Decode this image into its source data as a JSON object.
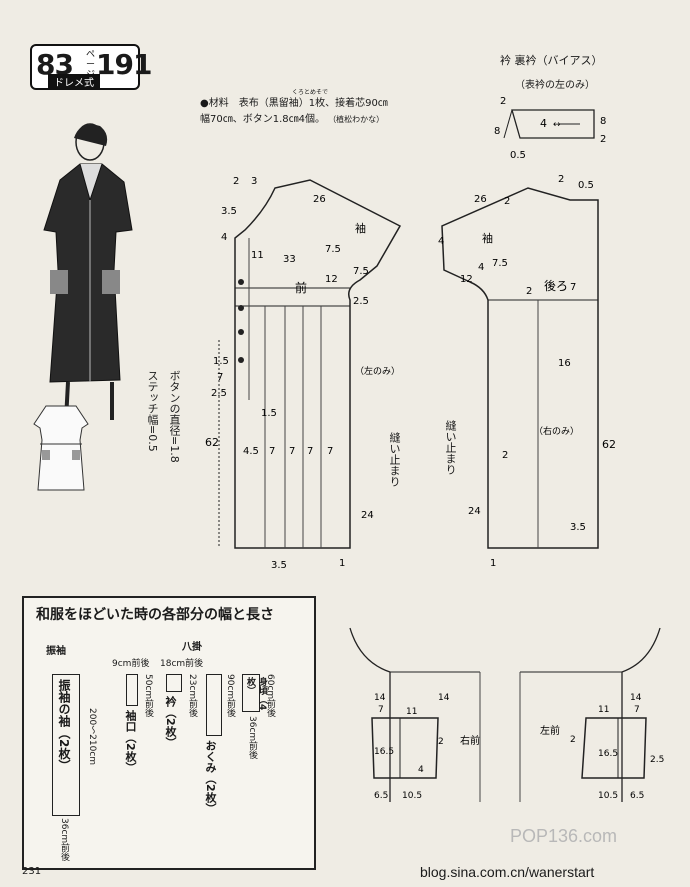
{
  "header": {
    "page_number": "83",
    "page_label": "ページ",
    "item_number": "191",
    "style_name": "ドレメ式"
  },
  "materials": {
    "line1": "●材料　表布（黒留袖）1枚、接着芯90㎝",
    "furigana": "くろとめそで",
    "line2": "幅70㎝、ボタン1.8㎝4個。",
    "credit": "（植松わかな）"
  },
  "collar": {
    "title": "衿 裏衿（バイアス）",
    "subtitle": "（表衿の左のみ）",
    "dims": [
      "2",
      "4",
      "8",
      "8",
      "2",
      "0.5"
    ]
  },
  "front": {
    "label": "前",
    "sleeve_label": "袖",
    "left_only": "（左のみ）",
    "sew_stop": "縫い止まり",
    "dims": [
      "2",
      "3",
      "26",
      "3.5",
      "4",
      "11",
      "33",
      "7.5",
      "12",
      "7.5",
      "2.5",
      "1.5",
      "7",
      "2.5",
      "1.5",
      "4.5",
      "7",
      "7",
      "7",
      "7",
      "62",
      "24",
      "3.5",
      "1"
    ]
  },
  "back": {
    "label": "後ろ",
    "sleeve_label": "袖",
    "right_only": "（右のみ）",
    "sew_stop": "縫い止まり",
    "dims": [
      "2",
      "26",
      "2",
      "0.5",
      "4",
      "12",
      "4",
      "7.5",
      "7",
      "2",
      "16",
      "2",
      "62",
      "24",
      "3.5",
      "1"
    ]
  },
  "side_note": {
    "button_dia": "ボタンの直径=1.8",
    "stitch": "ステッチ幅=0.5"
  },
  "kimono_box": {
    "title": "和服をほどいた時の各部分の幅と長さ",
    "furisode": "振袖",
    "hakkake": "八掛",
    "sleeve_piece": "振袖の袖（2枚）",
    "sleeve_len": "200〜210cm",
    "sleeve_width": "36cm前後",
    "cuff_w": "9cm前後",
    "cuff_len": "50cm前後",
    "cuff": "袖口（2枚）",
    "collar_w": "18cm前後",
    "collar_len": "23cm前後",
    "collar": "衿（2枚）",
    "okumi_len": "90cm前後",
    "okumi": "おくみ（2枚）",
    "body_len": "60cm前後",
    "body": "身頃（4枚）",
    "body_width": "36cm前後"
  },
  "pockets": {
    "right_front": "右前",
    "left_front": "左前",
    "dims_right": [
      "14",
      "7",
      "11",
      "14",
      "2",
      "16.5",
      "4",
      "6.5",
      "10.5"
    ],
    "dims_left": [
      "11",
      "14",
      "7",
      "2",
      "16.5",
      "2.5",
      "10.5",
      "6.5"
    ]
  },
  "footer": {
    "page": "231",
    "watermark": "POP136.com",
    "url": "blog.sina.com.cn/wanerstart"
  }
}
